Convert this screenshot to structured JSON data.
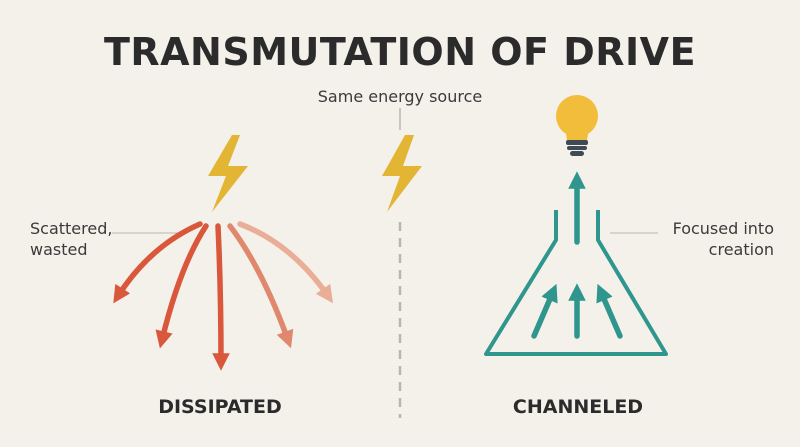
{
  "title": "TRANSMUTATION OF DRIVE",
  "source_caption": "Same energy source",
  "left_caption": [
    "Scattered,",
    "wasted"
  ],
  "right_caption": [
    "Focused into",
    "creation"
  ],
  "left_label": "DISSIPATED",
  "right_label": "CHANNELED",
  "colors": {
    "bolt": "#e3b534",
    "scatter": "#d9573a",
    "channel": "#2f968d",
    "bulb": "#f1bd3a",
    "divider": "#b9b6af"
  },
  "icons": [
    "lightning-bolt-icon",
    "lightbulb-icon"
  ]
}
